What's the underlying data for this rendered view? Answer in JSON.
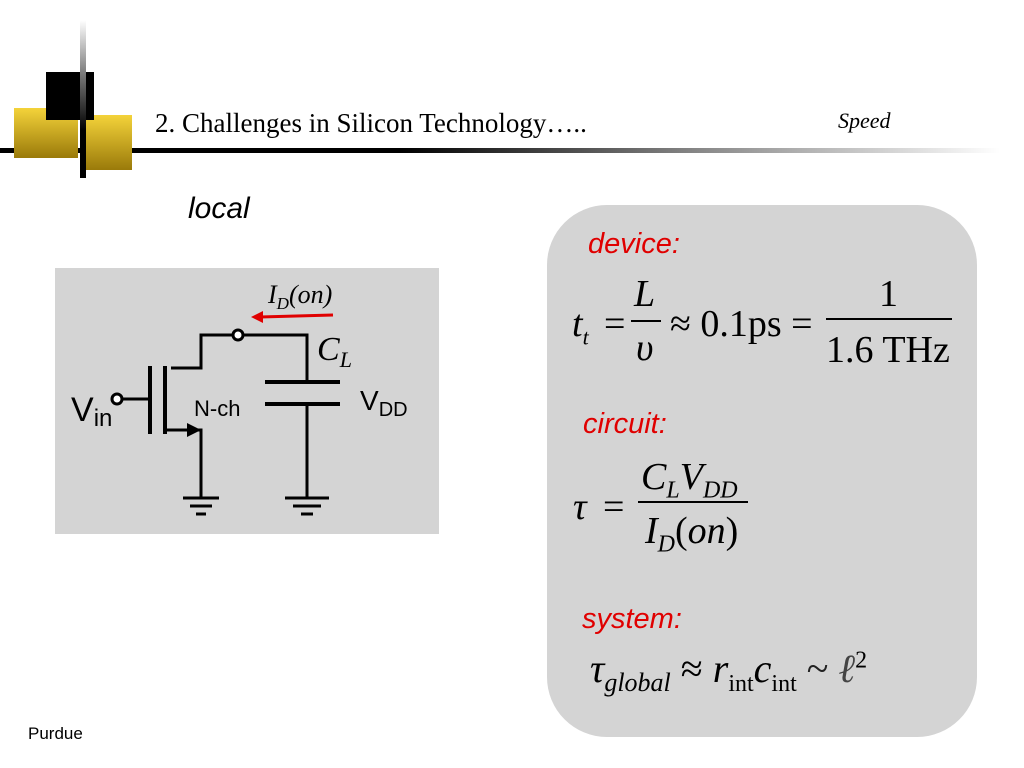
{
  "slide": {
    "title": "2.  Challenges in Silicon Technology…..",
    "section": "Speed",
    "local_label": "local",
    "footer": "Purdue"
  },
  "circuit": {
    "id_on_base": "I",
    "id_on_sub": "D",
    "id_on_rest": "(on)",
    "cl_base": "C",
    "cl_sub": "L",
    "vin_base": "V",
    "vin_sub": "in",
    "nch": "N-ch",
    "vdd_base": "V",
    "vdd_sub": "DD"
  },
  "equations": {
    "device_label": "device:",
    "device": {
      "lhs_base": "t",
      "lhs_sub": "t",
      "eq1": "=",
      "num1": "L",
      "den1": "υ",
      "approx": "≈ 0.1ps =",
      "num2": "1",
      "den2": "1.6 THz"
    },
    "circuit_label": "circuit:",
    "circuit": {
      "lhs": "τ",
      "eq": "=",
      "num_c": "C",
      "num_c_sub": "L",
      "num_v": "V",
      "num_v_sub": "DD",
      "den_i": "I",
      "den_i_sub": "D",
      "den_rest": "(on)"
    },
    "system_label": "system:",
    "system": {
      "tau": "τ",
      "tau_sub": "global",
      "approx": "≈",
      "r": "r",
      "r_sub": "int",
      "c": "c",
      "c_sub": "int",
      "sim": "~",
      "ell": "ℓ",
      "sup": "2"
    }
  }
}
